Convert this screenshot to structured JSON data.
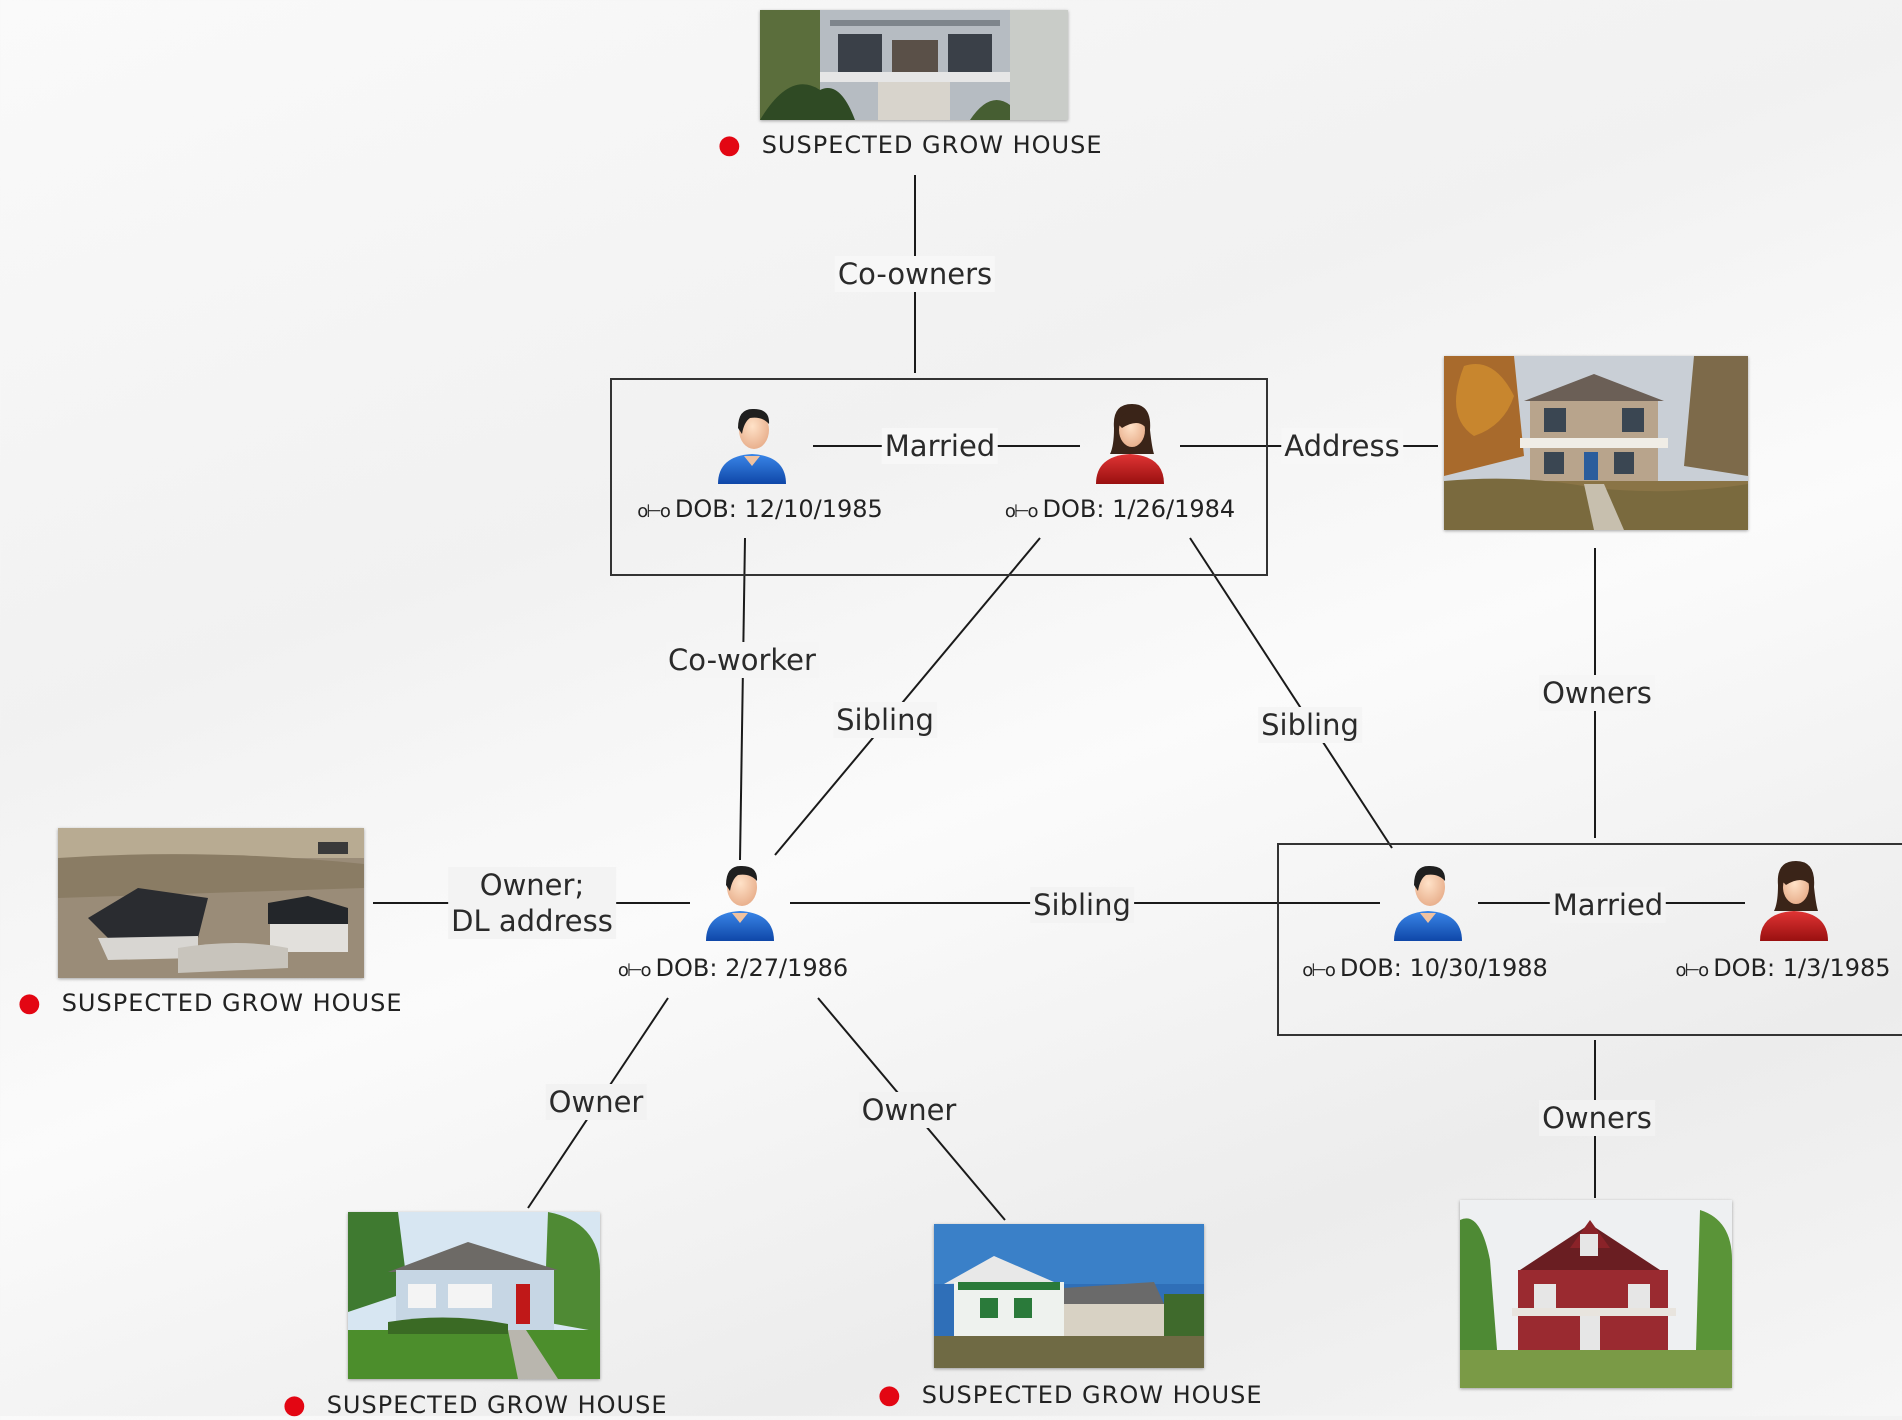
{
  "tag_label": "SUSPECTED GROW HOUSE",
  "colors": {
    "flag_dot": "#e30613",
    "male_shirt": "#1e63c8",
    "female_shirt": "#c01818"
  },
  "people": {
    "p1": {
      "gender": "male",
      "dob": "DOB: 12/10/1985"
    },
    "p2": {
      "gender": "female",
      "dob": "DOB: 1/26/1984"
    },
    "p3": {
      "gender": "male",
      "dob": "DOB: 2/27/1986"
    },
    "p4": {
      "gender": "male",
      "dob": "DOB: 10/30/1988"
    },
    "p5": {
      "gender": "female",
      "dob": "DOB: 1/3/1985"
    }
  },
  "properties": {
    "h_top": {
      "flagged": true
    },
    "h_right_top": {
      "flagged": false
    },
    "h_left": {
      "flagged": true
    },
    "h_bottom_left": {
      "flagged": true
    },
    "h_bottom_mid": {
      "flagged": true
    },
    "h_bottom_right": {
      "flagged": false
    }
  },
  "relationships": {
    "coowners": "Co-owners",
    "married_top": "Married",
    "address": "Address",
    "coworker": "Co-worker",
    "sibling_a": "Sibling",
    "sibling_b": "Sibling",
    "sibling_c": "Sibling",
    "owners_top": "Owners",
    "owner_dl": "Owner;\nDL address",
    "married_bottom": "Married",
    "owner_a": "Owner",
    "owner_b": "Owner",
    "owners_bottom": "Owners"
  }
}
